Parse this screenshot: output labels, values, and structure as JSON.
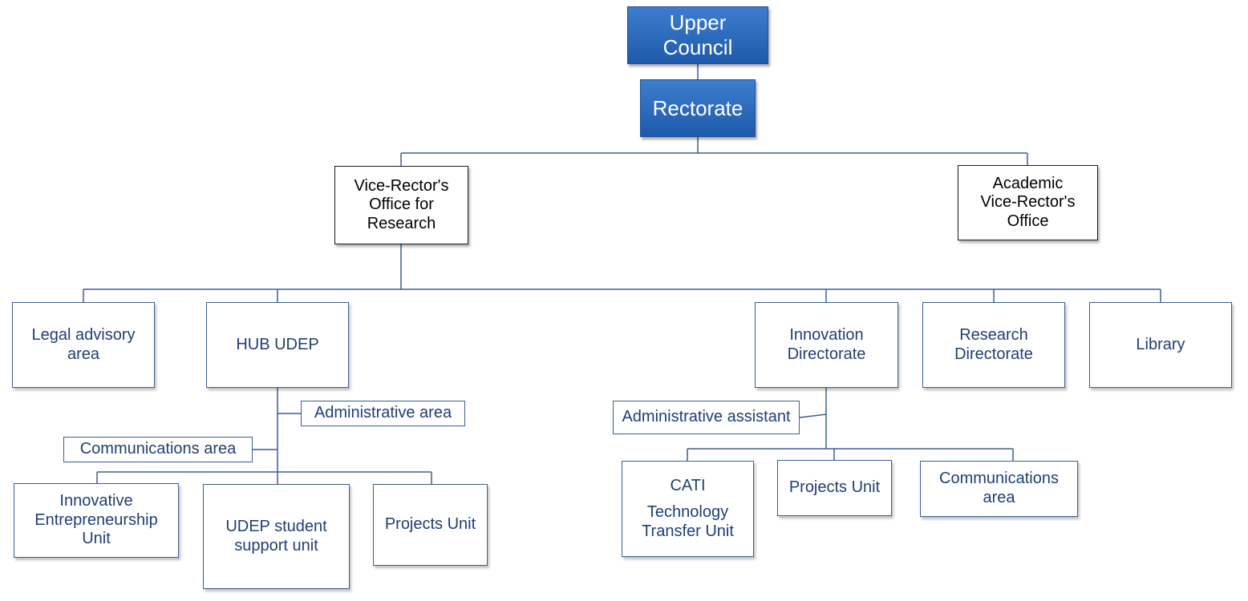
{
  "nodes": {
    "upper_council": [
      "Upper",
      "Council"
    ],
    "rectorate": [
      "Rectorate"
    ],
    "vr_research": [
      "Vice-Rector's",
      "Office for",
      "Research"
    ],
    "vr_academic": [
      "Academic",
      "Vice-Rector's",
      "Office"
    ],
    "legal": [
      "Legal advisory",
      "area"
    ],
    "hub": [
      "HUB UDEP"
    ],
    "innovation_dir": [
      "Innovation",
      "Directorate"
    ],
    "research_dir": [
      "Research",
      "Directorate"
    ],
    "library": [
      "Library"
    ],
    "hub_admin": [
      "Administrative area"
    ],
    "hub_comms": [
      "Communications area"
    ],
    "entrepreneurship": [
      "Innovative",
      "Entrepreneurship",
      "Unit"
    ],
    "student_support": [
      "UDEP student",
      "support unit"
    ],
    "hub_projects": [
      "Projects Unit"
    ],
    "admin_assistant": [
      "Administrative assistant"
    ],
    "cati": [
      "CATI",
      "Technology",
      "Transfer Unit"
    ],
    "inno_projects": [
      "Projects Unit"
    ],
    "inno_comms": [
      "Communications",
      "area"
    ]
  },
  "colors": {
    "header_fill": "#2a67b8",
    "connector": "#3a5f94",
    "box_text": "#1f3f73"
  }
}
